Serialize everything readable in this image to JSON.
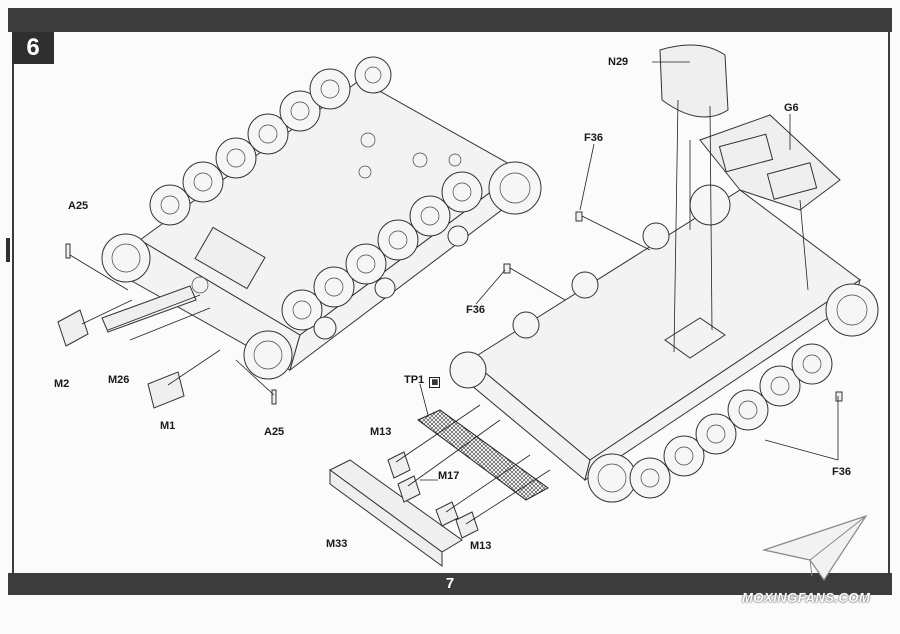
{
  "header": {
    "step_number": "6"
  },
  "footer": {
    "page_number": "7"
  },
  "watermark": {
    "text": "MOXINGFANS.COM"
  },
  "callouts": {
    "a25_top": "A25",
    "a25_bottom": "A25",
    "m2": "M2",
    "m26": "M26",
    "m1": "M1",
    "n29": "N29",
    "g6": "G6",
    "f36_top": "F36",
    "f36_mid": "F36",
    "f36_right": "F36",
    "tp1": "TP1",
    "m13_top": "M13",
    "m13_bottom": "M13",
    "m17": "M17",
    "m33": "M33"
  },
  "colors": {
    "bar": "#3c3c3c",
    "ink": "#222222",
    "paper": "#fbfbfb"
  }
}
